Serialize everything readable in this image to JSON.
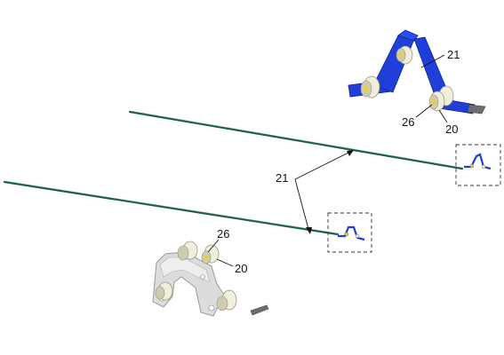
{
  "labels": {
    "upper_frame": "21",
    "upper_pulley": "26",
    "upper_roller": "20",
    "center_pointer": "21",
    "lower_pulley": "26",
    "lower_roller": "20"
  },
  "colors": {
    "belt": "#1f3fd8",
    "belt_dark": "#0f2590",
    "strip": "#1e5a46",
    "roller": "#f2eedc",
    "roller_shade": "#cfcab2",
    "hub": "#e4d23c",
    "bracket": "#dcdcdc",
    "bracket_edge": "#9a9a9a"
  }
}
